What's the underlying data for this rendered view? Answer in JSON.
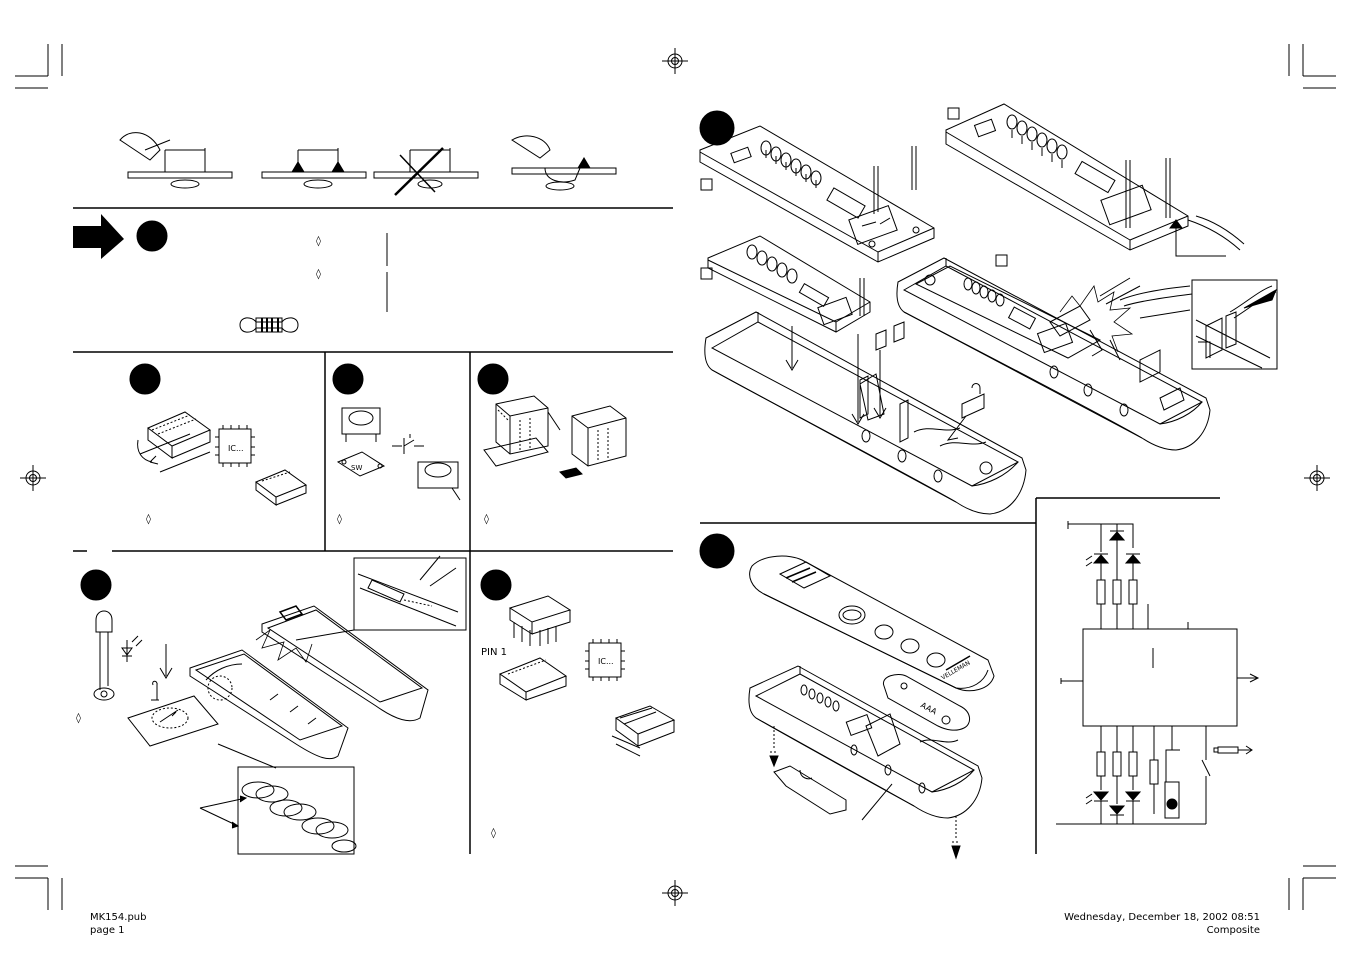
{
  "footer": {
    "left_line1": "MK154.pub",
    "left_line2": "page 1",
    "right_line1": "Wednesday, December 18, 2002 08:51",
    "right_line2": "Composite"
  },
  "labels": {
    "diamond": "◊",
    "ic_text": "IC...",
    "pin1": "PIN  1",
    "sw": "SW",
    "aaa": "AAA",
    "brand": "VELLEMAN"
  }
}
